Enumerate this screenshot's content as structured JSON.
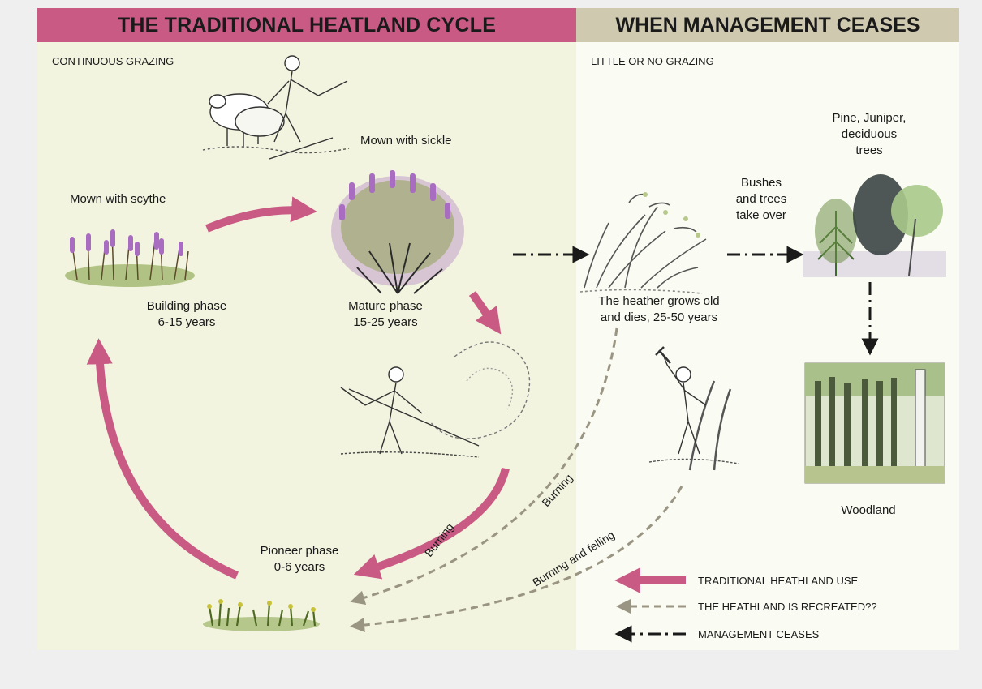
{
  "headers": {
    "left": "THE TRADITIONAL HEATLAND CYCLE",
    "right": "WHEN MANAGEMENT CEASES"
  },
  "sections": {
    "left_sub": "CONTINUOUS GRAZING",
    "right_sub": "LITTLE OR NO GRAZING"
  },
  "labels": {
    "mown_sickle": "Mown with sickle",
    "mown_scythe": "Mown with scythe",
    "building_phase": "Building phase",
    "building_years": "6-15 years",
    "mature_phase": "Mature phase",
    "mature_years": "15-25 years",
    "pioneer_phase": "Pioneer phase",
    "pioneer_years": "0-6 years",
    "heather_old_1": "The heather grows old",
    "heather_old_2": "and dies, 25-50 years",
    "bushes_1": "Bushes",
    "bushes_2": "and trees",
    "bushes_3": "take over",
    "trees_1": "Pine, Juniper,",
    "trees_2": "deciduous",
    "trees_3": "trees",
    "woodland": "Woodland",
    "burning_solid": "Burning",
    "burning_dashed": "Burning",
    "burning_felling": "Burning and felling"
  },
  "legend": {
    "traditional": "TRADITIONAL HEATHLAND USE",
    "recreated": "THE HEATHLAND IS RECREATED??",
    "ceases": "MANAGEMENT CEASES"
  },
  "colors": {
    "traditional_arrow": "#c95a84",
    "recreated_arrow": "#9a9583",
    "ceases_arrow": "#1a1a1a",
    "heather": "#a86cc0",
    "foliage": "#6f8a2c"
  }
}
